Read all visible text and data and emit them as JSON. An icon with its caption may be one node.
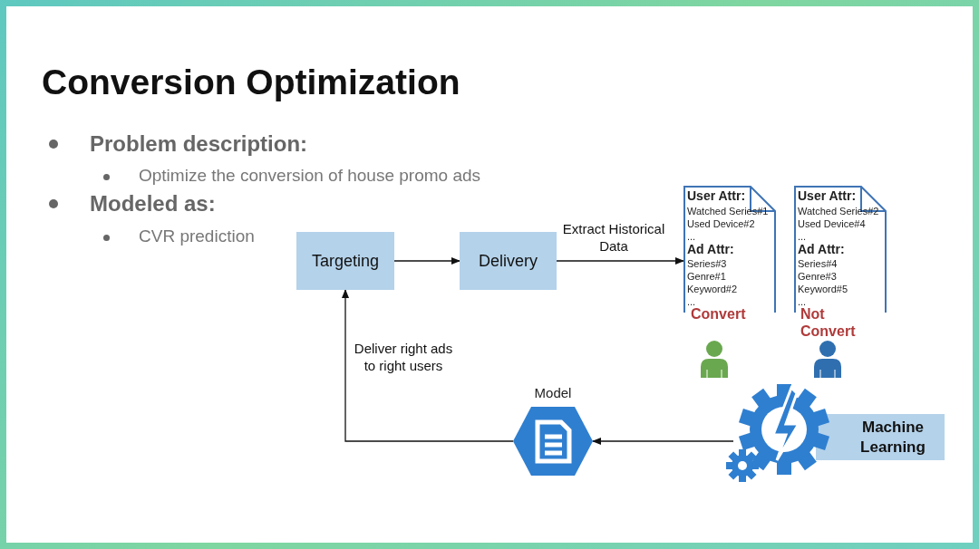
{
  "diagram": {
    "title": "Conversion Optimization",
    "nodes": [
      {
        "text": [
          "Targeting"
        ]
      },
      {
        "text": [
          "Delivery"
        ]
      },
      {
        "text": [
          "User Attr:",
          "Watched Series#1",
          "Used Device#2",
          "...",
          "Ad Attr:",
          "Series#3",
          "Genre#1",
          "Keyword#2",
          "..."
        ],
        "beside": [
          "Convert"
        ]
      },
      {
        "text": [
          "User Attr:",
          "Watched Series#2",
          "Used Device#4",
          "...",
          "Ad Attr:",
          "Series#4",
          "Genre#3",
          "Keyword#5",
          "..."
        ],
        "beside": [
          "Not Convert"
        ]
      },
      {
        "text": [
          "Model"
        ]
      },
      {
        "text": [
          "Machine Learning"
        ]
      }
    ],
    "edges": [
      {
        "from": 0,
        "to": 1,
        "arrow": "to"
      },
      {
        "from": 1,
        "to": 2,
        "arrow": "to",
        "label": "Extract Historical Data"
      },
      {
        "from": 5,
        "to": 4,
        "arrow": "to"
      },
      {
        "from": 4,
        "to": 0,
        "arrow": "to",
        "label": "Deliver right ads to right users"
      }
    ],
    "labels": [
      "Problem description:",
      "Optimize the conversion of house promo ads",
      "Modeled as:",
      "CVR prediction"
    ]
  }
}
